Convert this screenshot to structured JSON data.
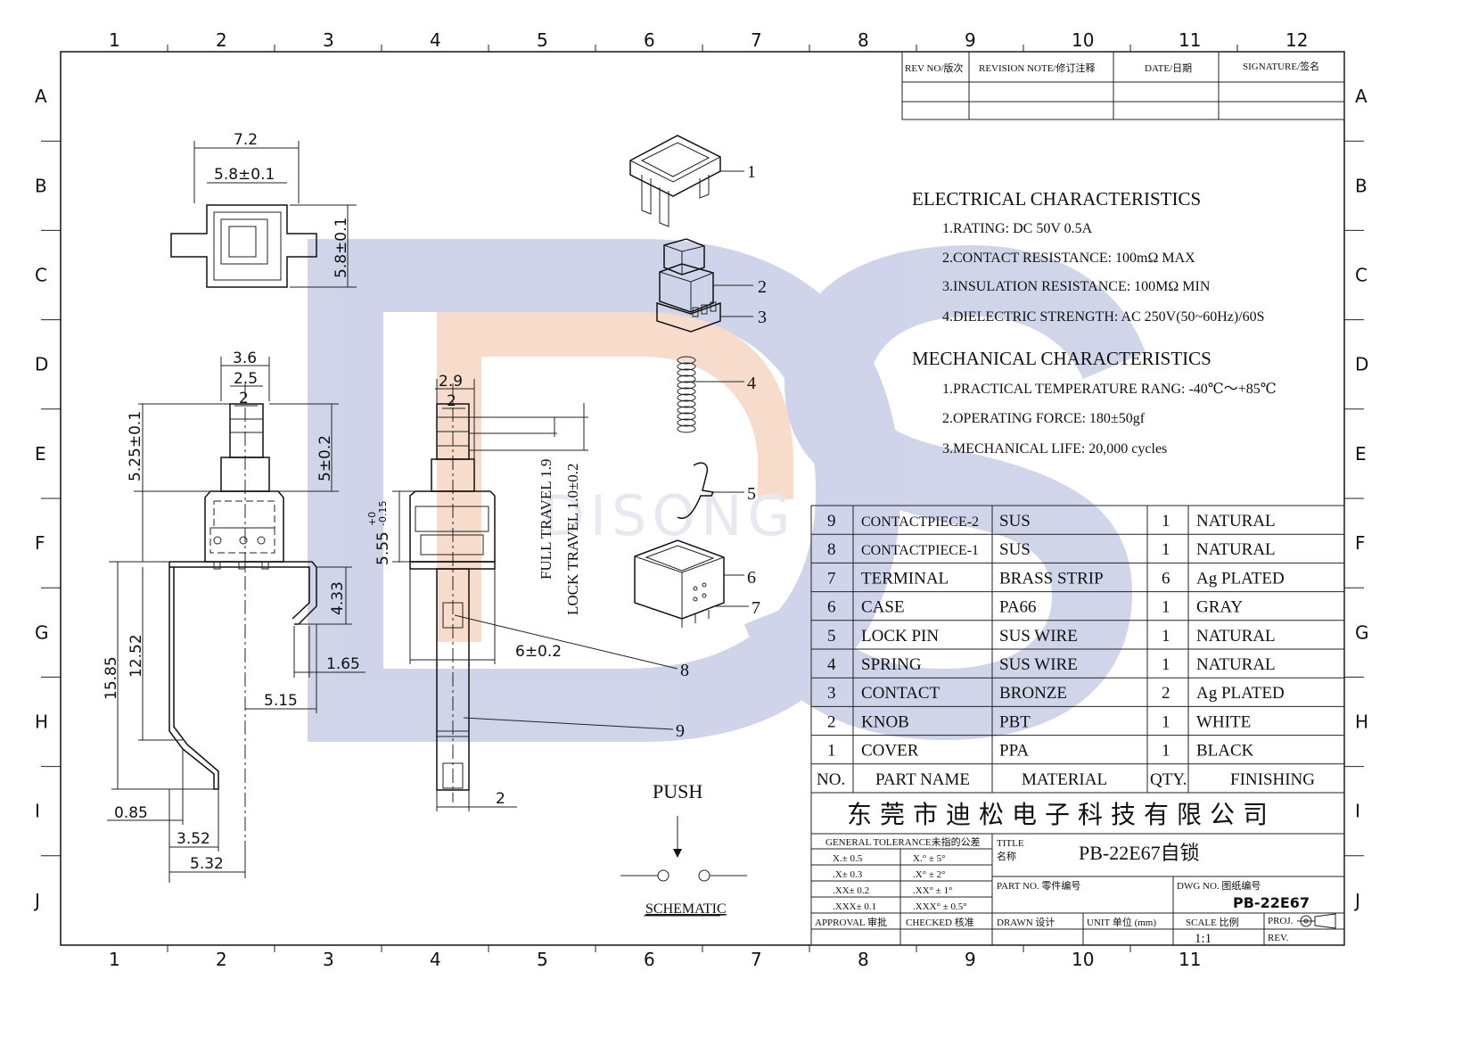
{
  "border": {
    "cols": [
      "1",
      "2",
      "3",
      "4",
      "5",
      "6",
      "7",
      "8",
      "9",
      "10",
      "11",
      "12"
    ],
    "cols_bottom": [
      "1",
      "2",
      "3",
      "4",
      "5",
      "6",
      "7",
      "8",
      "9",
      "10",
      "11"
    ],
    "rows": [
      "A",
      "B",
      "C",
      "D",
      "E",
      "F",
      "G",
      "H",
      "I",
      "J"
    ]
  },
  "revision_table": {
    "headers": [
      "REV NO/版次",
      "REVISION NOTE/修订注释",
      "DATE/日期",
      "SIGNATURE/签名"
    ]
  },
  "watermark": {
    "text": "DISONG",
    "colors": [
      "#c9cde6",
      "#f7d9c6"
    ]
  },
  "electrical": {
    "title": "ELECTRICAL CHARACTERISTICS",
    "items": [
      "1.RATING: DC 50V 0.5A",
      "2.CONTACT RESISTANCE: 100mΩ MAX",
      "3.INSULATION RESISTANCE: 100MΩ MIN",
      "4.DIELECTRIC STRENGTH: AC 250V(50~60Hz)/60S"
    ]
  },
  "mechanical": {
    "title": "MECHANICAL CHARACTERISTICS",
    "items": [
      "1.PRACTICAL TEMPERATURE RANG: -40℃～+85℃",
      "2.OPERATING FORCE: 180±50gf",
      "3.MECHANICAL LIFE: 20,000 cycles"
    ]
  },
  "bom": {
    "rows": [
      {
        "no": "9",
        "name": "CONTACTPIECE-2",
        "material": "SUS",
        "qty": "1",
        "finish": "NATURAL"
      },
      {
        "no": "8",
        "name": "CONTACTPIECE-1",
        "material": "SUS",
        "qty": "1",
        "finish": "NATURAL"
      },
      {
        "no": "7",
        "name": "TERMINAL",
        "material": "BRASS STRIP",
        "qty": "6",
        "finish": "Ag PLATED"
      },
      {
        "no": "6",
        "name": "CASE",
        "material": "PA66",
        "qty": "1",
        "finish": "GRAY"
      },
      {
        "no": "5",
        "name": "LOCK PIN",
        "material": "SUS WIRE",
        "qty": "1",
        "finish": "NATURAL"
      },
      {
        "no": "4",
        "name": "SPRING",
        "material": "SUS WIRE",
        "qty": "1",
        "finish": "NATURAL"
      },
      {
        "no": "3",
        "name": "CONTACT",
        "material": "BRONZE",
        "qty": "2",
        "finish": "Ag PLATED"
      },
      {
        "no": "2",
        "name": "KNOB",
        "material": "PBT",
        "qty": "1",
        "finish": "WHITE"
      },
      {
        "no": "1",
        "name": "COVER",
        "material": "PPA",
        "qty": "1",
        "finish": "BLACK"
      }
    ],
    "headers": {
      "no": "NO.",
      "name": "PART NAME",
      "material": "MATERIAL",
      "qty": "QTY.",
      "finish": "FINISHING"
    }
  },
  "title_block": {
    "company": "东 莞 市 迪 松 电 子 科 技 有 限 公 司",
    "tolerance_title": "GENERAL TOLERANCE未指的公差",
    "tolerances": [
      [
        "X.± 0.5",
        "X.° ± 5°"
      ],
      [
        ".X± 0.3",
        ".X° ± 2°"
      ],
      [
        ".XX± 0.2",
        ".XX° ± 1°"
      ],
      [
        ".XXX± 0.1",
        ".XXX° ± 0.5°"
      ]
    ],
    "title_label": "TITLE",
    "title_label_cn": "名称",
    "title": "PB-22E67自锁",
    "part_no_label": "PART NO. 零件编号",
    "dwg_no_label": "DWG NO. 图纸编号",
    "dwg_no": "PB-22E67",
    "approval": "APPROVAL 审批",
    "checked": "CHECKED 核准",
    "drawn": "DRAWN 设计",
    "unit": "UNIT 单位 (mm)",
    "scale_label": "SCALE 比例",
    "scale": "1:1",
    "proj": "PROJ.",
    "rev": "REV."
  },
  "dims": {
    "top_w_outer": "7.2",
    "top_w_inner": "5.8±0.1",
    "top_h": "5.8±0.1",
    "side_36": "3.6",
    "side_25": "2.5",
    "side_2": "2",
    "side_525": "5.25±0.1",
    "side_5": "5±0.2",
    "side_1585": "15.85",
    "side_1252": "12.52",
    "side_433": "4.33",
    "side_165": "1.65",
    "side_515": "5.15",
    "side_085": "0.85",
    "side_352": "3.52",
    "side_532": "5.32",
    "front_29": "2.9",
    "front_2": "2",
    "front_555": "5.55",
    "front_555_tol_up": "+0",
    "front_555_tol_dn": "-0.15",
    "front_6": "6±0.2",
    "front_2b": "2",
    "full_travel": "FULL TRAVEL 1.9",
    "lock_travel": "LOCK TRAVEL 1.0±0.2"
  },
  "callouts": [
    "1",
    "2",
    "3",
    "4",
    "5",
    "6",
    "7",
    "8",
    "9"
  ],
  "schematic": {
    "push": "PUSH",
    "label": "SCHEMATIC"
  }
}
